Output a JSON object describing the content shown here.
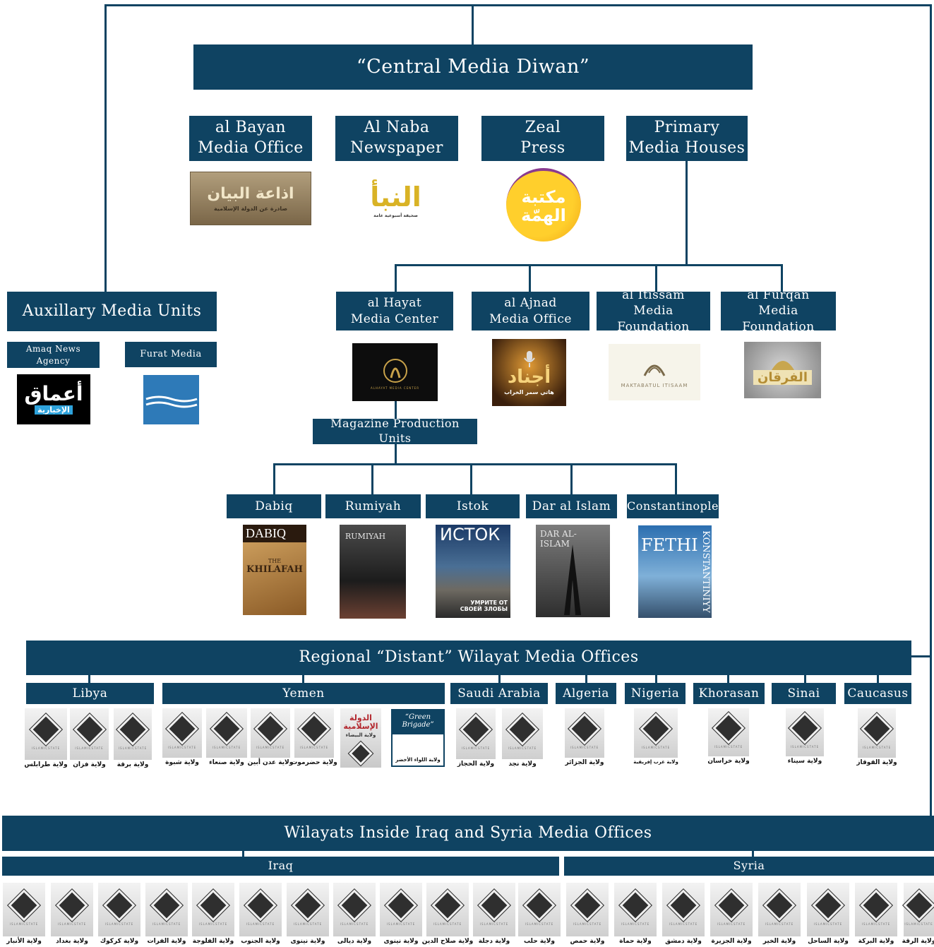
{
  "top": {
    "title": "“Central Media Diwan”",
    "offices": [
      {
        "line1": "al Bayan",
        "line2": "Media Office"
      },
      {
        "line1": "Al Naba",
        "line2": "Newspaper"
      },
      {
        "line1": "Zeal",
        "line2": "Press"
      },
      {
        "line1": "Primary",
        "line2": "Media Houses"
      }
    ],
    "logos": {
      "bayan": "اذاعة البيان",
      "bayan_sub": "صادرة عن الدولة الإسلامية",
      "naba": "النبأ",
      "naba_sub": "صحيفة أسبوعية عامة",
      "zeal_1": "مكتبة",
      "zeal_2": "الهمّة"
    }
  },
  "auxiliary": {
    "title": "Auxillary Media Units",
    "units": [
      {
        "line1": "Amaq News",
        "line2": "Agency"
      },
      {
        "line1": "Furat Media",
        "line2": ""
      }
    ],
    "logos": {
      "amaq_1": "أعماق",
      "amaq_2": "الإخبارية"
    }
  },
  "primary": {
    "houses": [
      {
        "line1": "al Hayat",
        "line2": "Media Center"
      },
      {
        "line1": "al Ajnad",
        "line2": "Media Office"
      },
      {
        "line1": "al Itissam",
        "line2": "Media Foundation"
      },
      {
        "line1": "al Furqan",
        "line2": "Media Foundation"
      }
    ],
    "logos": {
      "hayat_sub": "ALHAYAT MEDIA CENTER",
      "ajnad_1": "أجناد",
      "ajnad_2": "هاتي سمر الخراب",
      "itisaam": "MAKTABATUL ITISAAM",
      "furqan": "الفرقان"
    }
  },
  "magazines": {
    "title": "Magazine Production Units",
    "items": [
      "Dabiq",
      "Rumiyah",
      "Istok",
      "Dar al Islam",
      "Constantinople"
    ],
    "covers": {
      "dabiq_title": "DABIQ",
      "dabiq_sub1": "THE",
      "dabiq_sub2": "KHILAFAH",
      "rumiyah_title": "RUMIYAH",
      "istok_title": "ИСТОК",
      "istok_sub": "УМРИТЕ ОТ СВОЕЙ ЗЛОБЫ",
      "dar_title": "DAR AL-ISLAM",
      "fethi_title": "FETHI",
      "konst_title": "KONSTANTINIYY"
    }
  },
  "regional": {
    "title": "Regional “Distant” Wilayat Media Offices",
    "regions": [
      "Libya",
      "Yemen",
      "Saudi Arabia",
      "Algeria",
      "Nigeria",
      "Khorasan",
      "Sinai",
      "Caucasus"
    ],
    "provinces": {
      "libya": [
        "ولاية طرابلس",
        "ولاية فزان",
        "ولاية برقة"
      ],
      "yemen": [
        "ولاية شبوة",
        "ولاية صنعاء",
        "ولاية عدن أبين",
        "ولاية حضرموت"
      ],
      "yemen_extra_1": "الدولة الإسلامية",
      "yemen_extra_1_sub": "ولاية البيضاء",
      "green_brigade": "“Green Brigade”",
      "green_brigade_ar": "ولاية اللواء الأخضر",
      "saudi": [
        "ولاية الحجاز",
        "ولاية نجد"
      ],
      "algeria": [
        "ولاية الجزائر"
      ],
      "nigeria": [
        "ولاية غرب إفريقية"
      ],
      "khorasan": [
        "ولاية خراسان"
      ],
      "sinai": [
        "ولاية سيناء"
      ],
      "caucasus": [
        "ولاية القوقاز"
      ]
    },
    "emblem_text": "ISLAMICSTATE"
  },
  "inside": {
    "title": "Wilayats Inside Iraq and Syria Media Offices",
    "regions": [
      "Iraq",
      "Syria"
    ],
    "iraq": [
      "ولاية الأنبار",
      "ولاية بغداد",
      "ولاية كركوك",
      "ولاية الفرات",
      "ولاية الفلوجة",
      "ولاية الجنوب",
      "ولاية نينوى",
      "ولاية ديالى",
      "ولاية نينوى",
      "ولاية صلاح الدين",
      "ولاية دجلة",
      "ولاية حلب"
    ],
    "syria": [
      "ولاية حمص",
      "ولاية حماة",
      "ولاية دمشق",
      "ولاية الجزيرة",
      "ولاية الخير",
      "ولاية الساحل",
      "ولاية البركة",
      "ولاية الرقة"
    ]
  },
  "colors": {
    "navy": "#0f4362",
    "bayan_bg": "#8e7a5a",
    "naba_gold": "#d9b326",
    "zeal_yellow": "#f5b81c",
    "zeal_purple": "#8a3b8f",
    "furat_blue": "#2e7ab8"
  }
}
